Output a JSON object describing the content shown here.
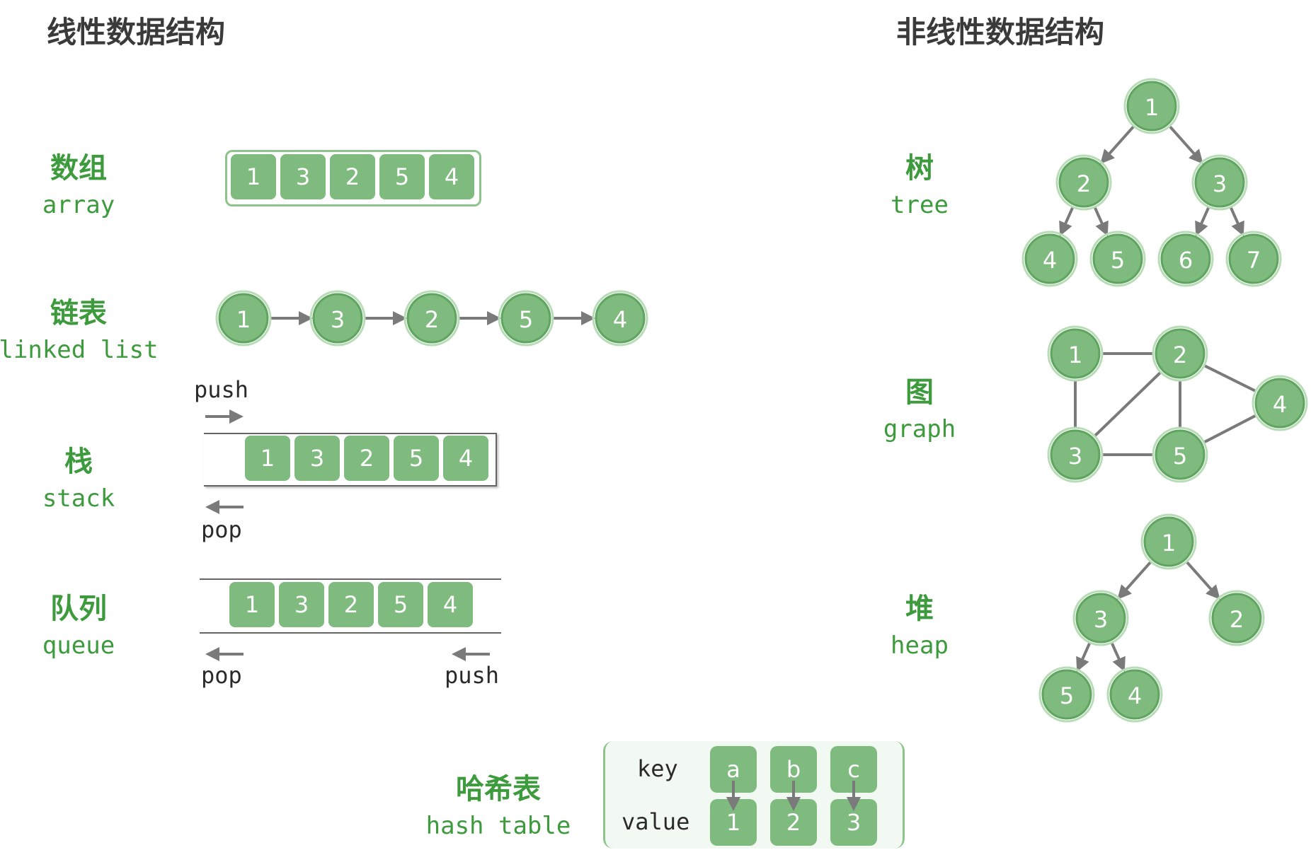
{
  "headings": {
    "linear": "线性数据结构",
    "nonlinear": "非线性数据结构"
  },
  "array": {
    "cn": "数组",
    "en": "array",
    "values": [
      "1",
      "3",
      "2",
      "5",
      "4"
    ]
  },
  "linked_list": {
    "cn": "链表",
    "en": "linked list",
    "values": [
      "1",
      "3",
      "2",
      "5",
      "4"
    ]
  },
  "stack": {
    "cn": "栈",
    "en": "stack",
    "values": [
      "1",
      "3",
      "2",
      "5",
      "4"
    ],
    "push_label": "push",
    "pop_label": "pop"
  },
  "queue": {
    "cn": "队列",
    "en": "queue",
    "values": [
      "1",
      "3",
      "2",
      "5",
      "4"
    ],
    "pop_label": "pop",
    "push_label": "push"
  },
  "hash_table": {
    "cn": "哈希表",
    "en": "hash table",
    "key_label": "key",
    "value_label": "value",
    "keys": [
      "a",
      "b",
      "c"
    ],
    "values": [
      "1",
      "2",
      "3"
    ]
  },
  "tree": {
    "cn": "树",
    "en": "tree",
    "nodes": [
      "1",
      "2",
      "3",
      "4",
      "5",
      "6",
      "7"
    ],
    "edges": [
      [
        "1",
        "2"
      ],
      [
        "1",
        "3"
      ],
      [
        "2",
        "4"
      ],
      [
        "2",
        "5"
      ],
      [
        "3",
        "6"
      ],
      [
        "3",
        "7"
      ]
    ]
  },
  "graph": {
    "cn": "图",
    "en": "graph",
    "nodes": [
      "1",
      "2",
      "3",
      "4",
      "5"
    ],
    "edges": [
      [
        "1",
        "2"
      ],
      [
        "1",
        "3"
      ],
      [
        "2",
        "3"
      ],
      [
        "2",
        "5"
      ],
      [
        "2",
        "4"
      ],
      [
        "3",
        "5"
      ],
      [
        "5",
        "4"
      ]
    ]
  },
  "heap": {
    "cn": "堆",
    "en": "heap",
    "nodes": [
      "1",
      "3",
      "2",
      "5",
      "4"
    ],
    "edges": [
      [
        "1",
        "3"
      ],
      [
        "1",
        "2"
      ],
      [
        "3",
        "5"
      ],
      [
        "3",
        "4"
      ]
    ]
  },
  "colors": {
    "node_fill": "#7fbb7f",
    "node_stroke": "#5fa55f",
    "label_green": "#3d9a3d",
    "edge_gray": "#7a7a7a"
  }
}
